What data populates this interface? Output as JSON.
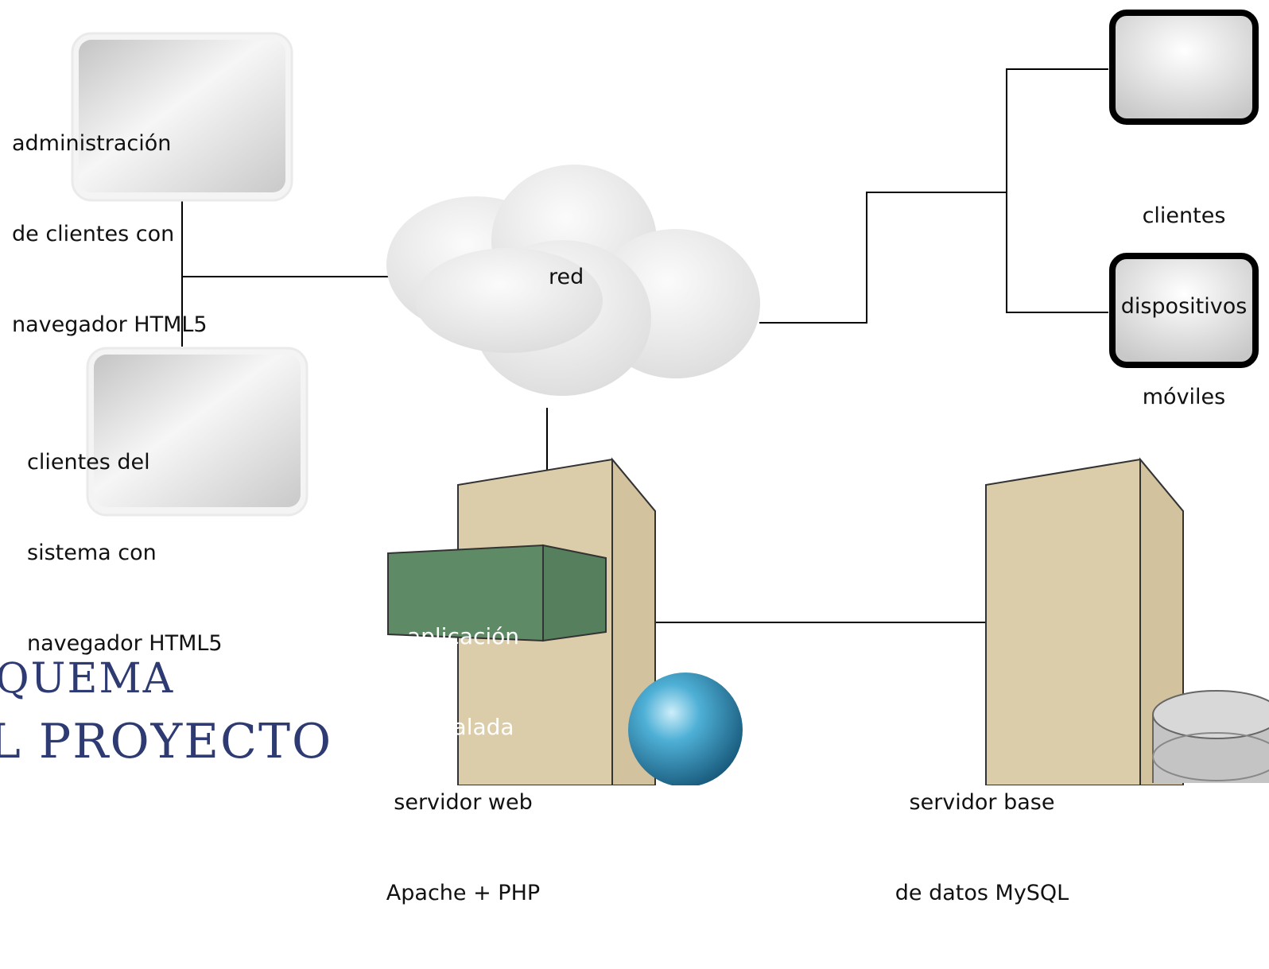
{
  "diagram": {
    "nodes": {
      "admin_clients": {
        "lines": [
          "administración",
          "de clientes con",
          "navegador HTML5"
        ]
      },
      "system_clients": {
        "lines": [
          "clientes del",
          "sistema con",
          "navegador HTML5"
        ]
      },
      "network": {
        "label": "red"
      },
      "mobile_clients": {
        "lines": [
          "clientes",
          "dispositivos",
          "móviles"
        ]
      },
      "installed_app": {
        "lines": [
          "aplicación",
          "instalada"
        ]
      },
      "web_server": {
        "lines": [
          "servidor web",
          "Apache + PHP"
        ]
      },
      "db_server": {
        "lines": [
          "servidor base",
          "de datos MySQL"
        ]
      }
    },
    "edges": [
      {
        "from": "admin_clients",
        "to": "network"
      },
      {
        "from": "system_clients",
        "to": "network"
      },
      {
        "from": "network",
        "to": "mobile_clients"
      },
      {
        "from": "network",
        "to": "web_server"
      },
      {
        "from": "web_server",
        "to": "db_server"
      }
    ]
  },
  "slide_title": {
    "line1": "QUEMA",
    "line2": "L PROYECTO"
  },
  "colors": {
    "server_front": "#dccdaa",
    "server_side": "#d2c29e",
    "app_box": "#5f8a66",
    "globe": "#2e86b0",
    "title": "#2e3a72",
    "line": "#000000"
  }
}
